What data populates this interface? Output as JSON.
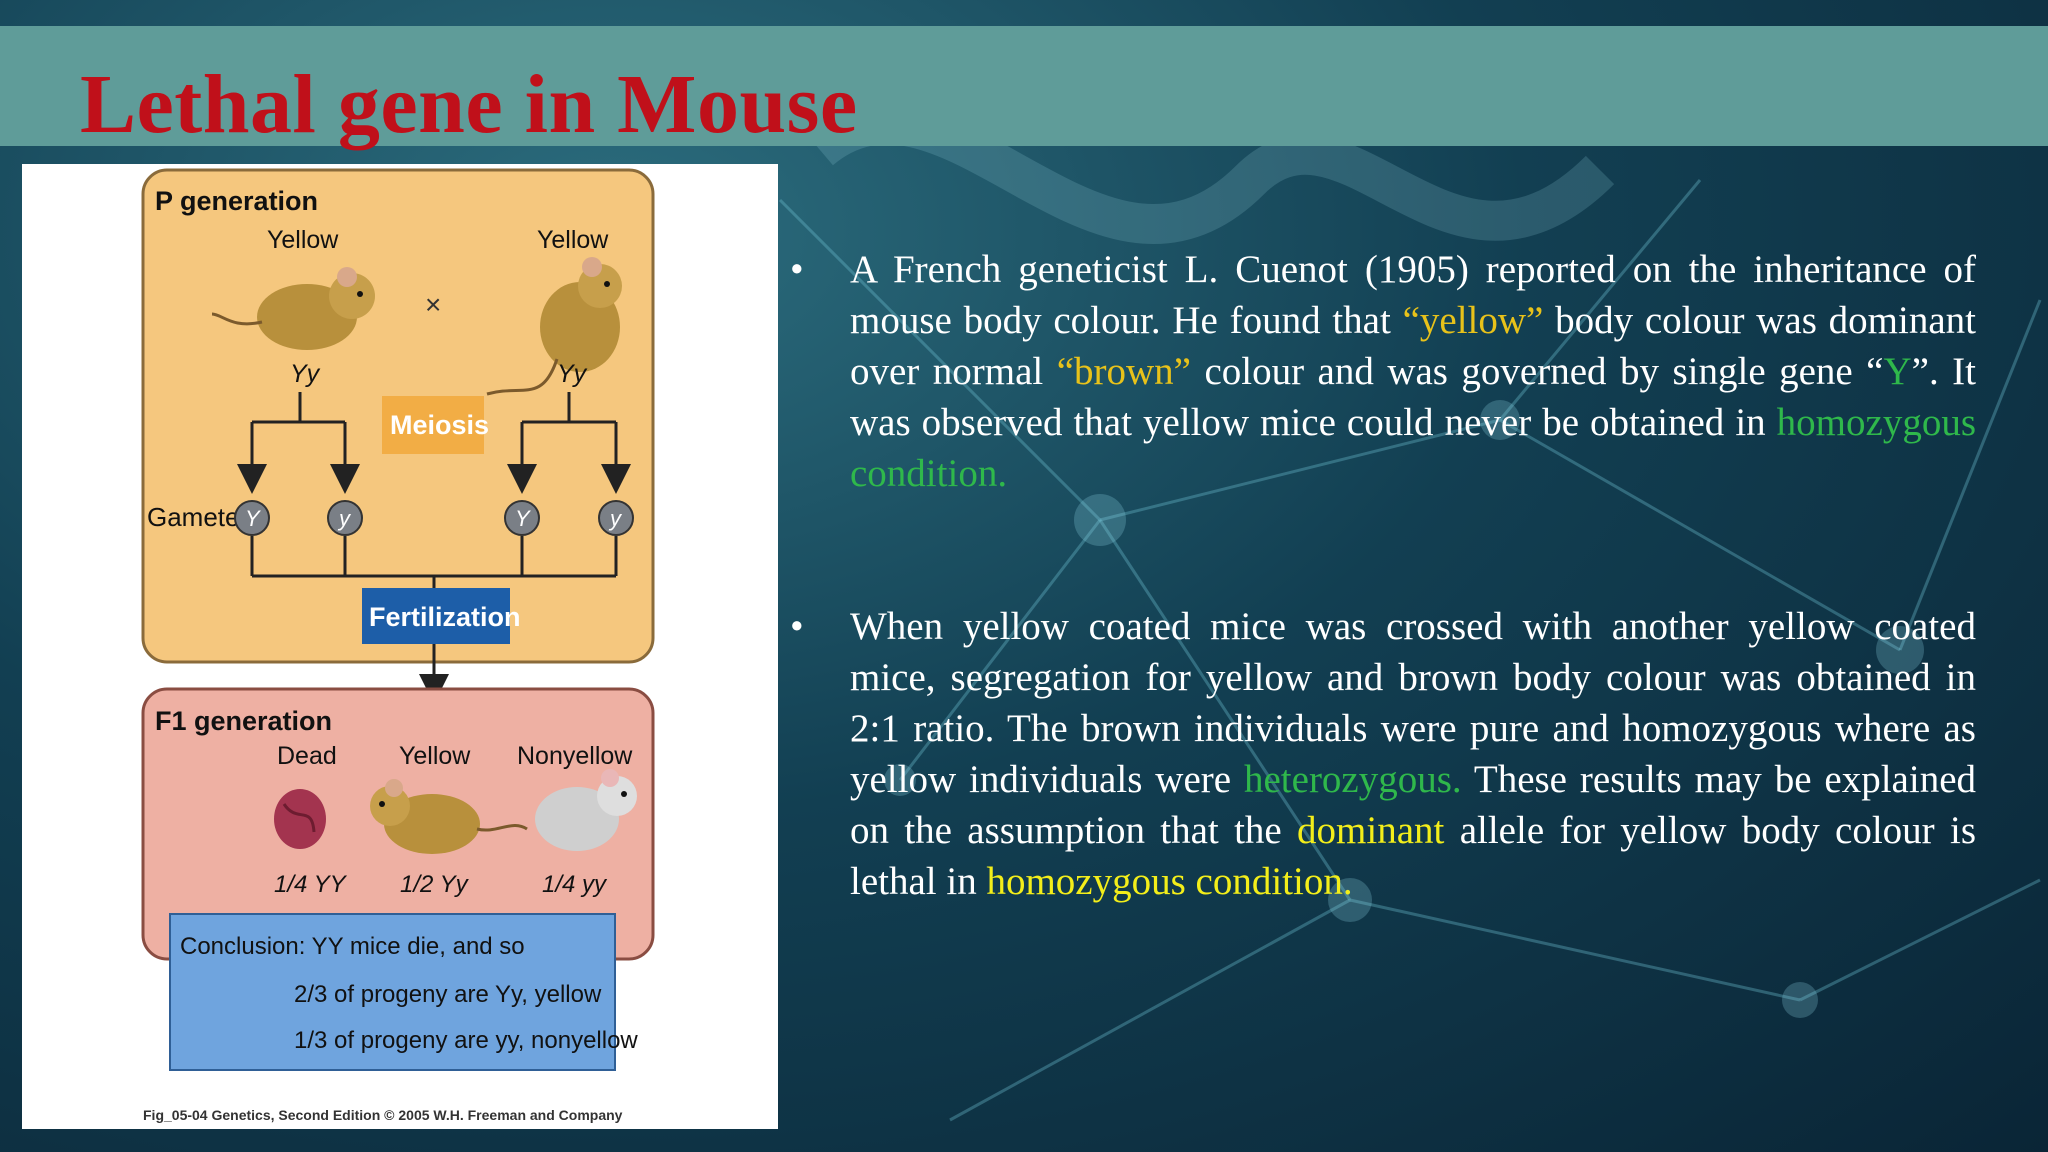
{
  "slide": {
    "title": "Lethal gene in Mouse"
  },
  "figure": {
    "p_generation_label": "P generation",
    "parent_left_label": "Yellow",
    "parent_right_label": "Yellow",
    "cross_symbol": "×",
    "parent_left_genotype": "Yy",
    "parent_right_genotype": "Yy",
    "meiosis_label": "Meiosis",
    "gametes_label": "Gametes",
    "gamete_1": "Y",
    "gamete_2": "y",
    "gamete_3": "Y",
    "gamete_4": "y",
    "fertilization_label": "Fertilization",
    "f1_generation_label": "F1 generation",
    "f1_dead_label": "Dead",
    "f1_yellow_label": "Yellow",
    "f1_nonyellow_label": "Nonyellow",
    "f1_dead_ratio": "1/4 YY",
    "f1_yellow_ratio": "1/2 Yy",
    "f1_nonyellow_ratio": "1/4 yy",
    "conclusion_line_1": "Conclusion: YY mice die, and so",
    "conclusion_line_2": "2/3 of progeny are Yy, yellow",
    "conclusion_line_3": "1/3 of progeny are yy, nonyellow",
    "caption": "Fig_05-04  Genetics, Second Edition © 2005 W.H. Freeman and Company"
  },
  "bullets": {
    "marker": "•",
    "b1": {
      "t1": "A French geneticist L. Cuenot (1905) reported on the inheritance of mouse body colour. He found that ",
      "yellow_word": "“yellow”",
      "t2": " body colour was dominant over normal ",
      "brown_word": "“brown”",
      "t3": " colour and was governed by single gene “",
      "gene_symbol": "Y",
      "t4": "”. It was observed that yellow mice could never be obtained in ",
      "homozygous_condition": "homozygous condition."
    },
    "b2": {
      "t1": "When yellow coated mice was crossed with another yellow coated mice, segregation for yellow and brown body colour was obtained in 2:1 ratio. The brown individuals were pure and homozygous where as yellow individuals were ",
      "heterozygous": "heterozygous.",
      "t2": " These results may be explained on the assumption that the ",
      "dominant": "dominant",
      "t3": " allele for yellow body colour is lethal in ",
      "homozygous_condition": "homozygous condition."
    }
  },
  "colors": {
    "title": "#c0101a",
    "title_bar": "#5f9c99",
    "highlight_yellow": "#e8c21a",
    "highlight_bright_yellow": "#f3ee1a",
    "highlight_green": "#2fb84b",
    "p_box": "#f5c77e",
    "f1_box": "#eeb0a3",
    "conclusion_box": "#6fa4de",
    "meiosis_box": "#f2ad45",
    "fertilization_box": "#1d5ea8"
  }
}
